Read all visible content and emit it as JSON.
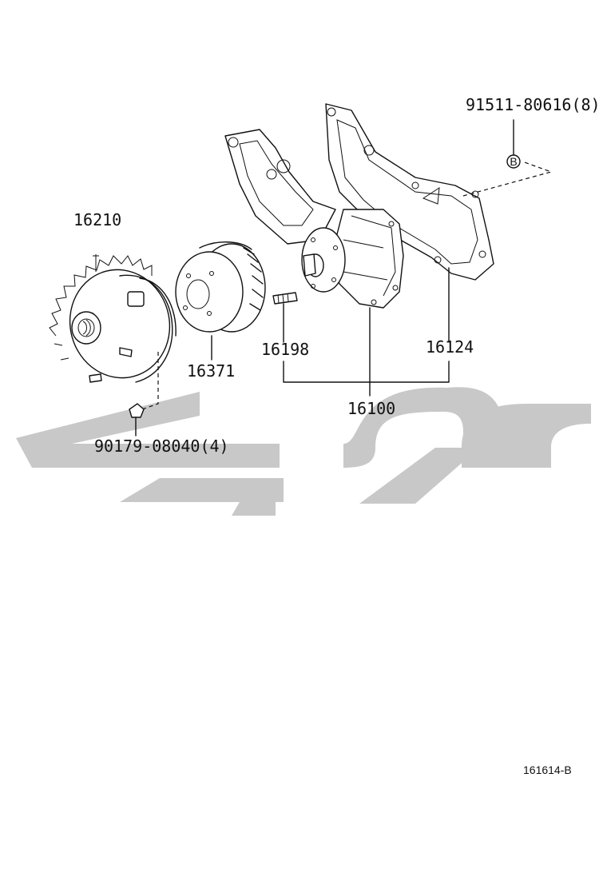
{
  "diagram": {
    "parts": [
      {
        "id": "p16210",
        "number": "16210"
      },
      {
        "id": "p16371",
        "number": "16371"
      },
      {
        "id": "p16198",
        "number": "16198"
      },
      {
        "id": "p16124",
        "number": "16124"
      },
      {
        "id": "p16100",
        "number": "16100"
      },
      {
        "id": "p9151180616",
        "number": "91511-80616(8)"
      },
      {
        "id": "p9017908040",
        "number": "90179-08040(4)"
      }
    ],
    "callout_letter": "B",
    "figure_ref": "161614-B"
  }
}
